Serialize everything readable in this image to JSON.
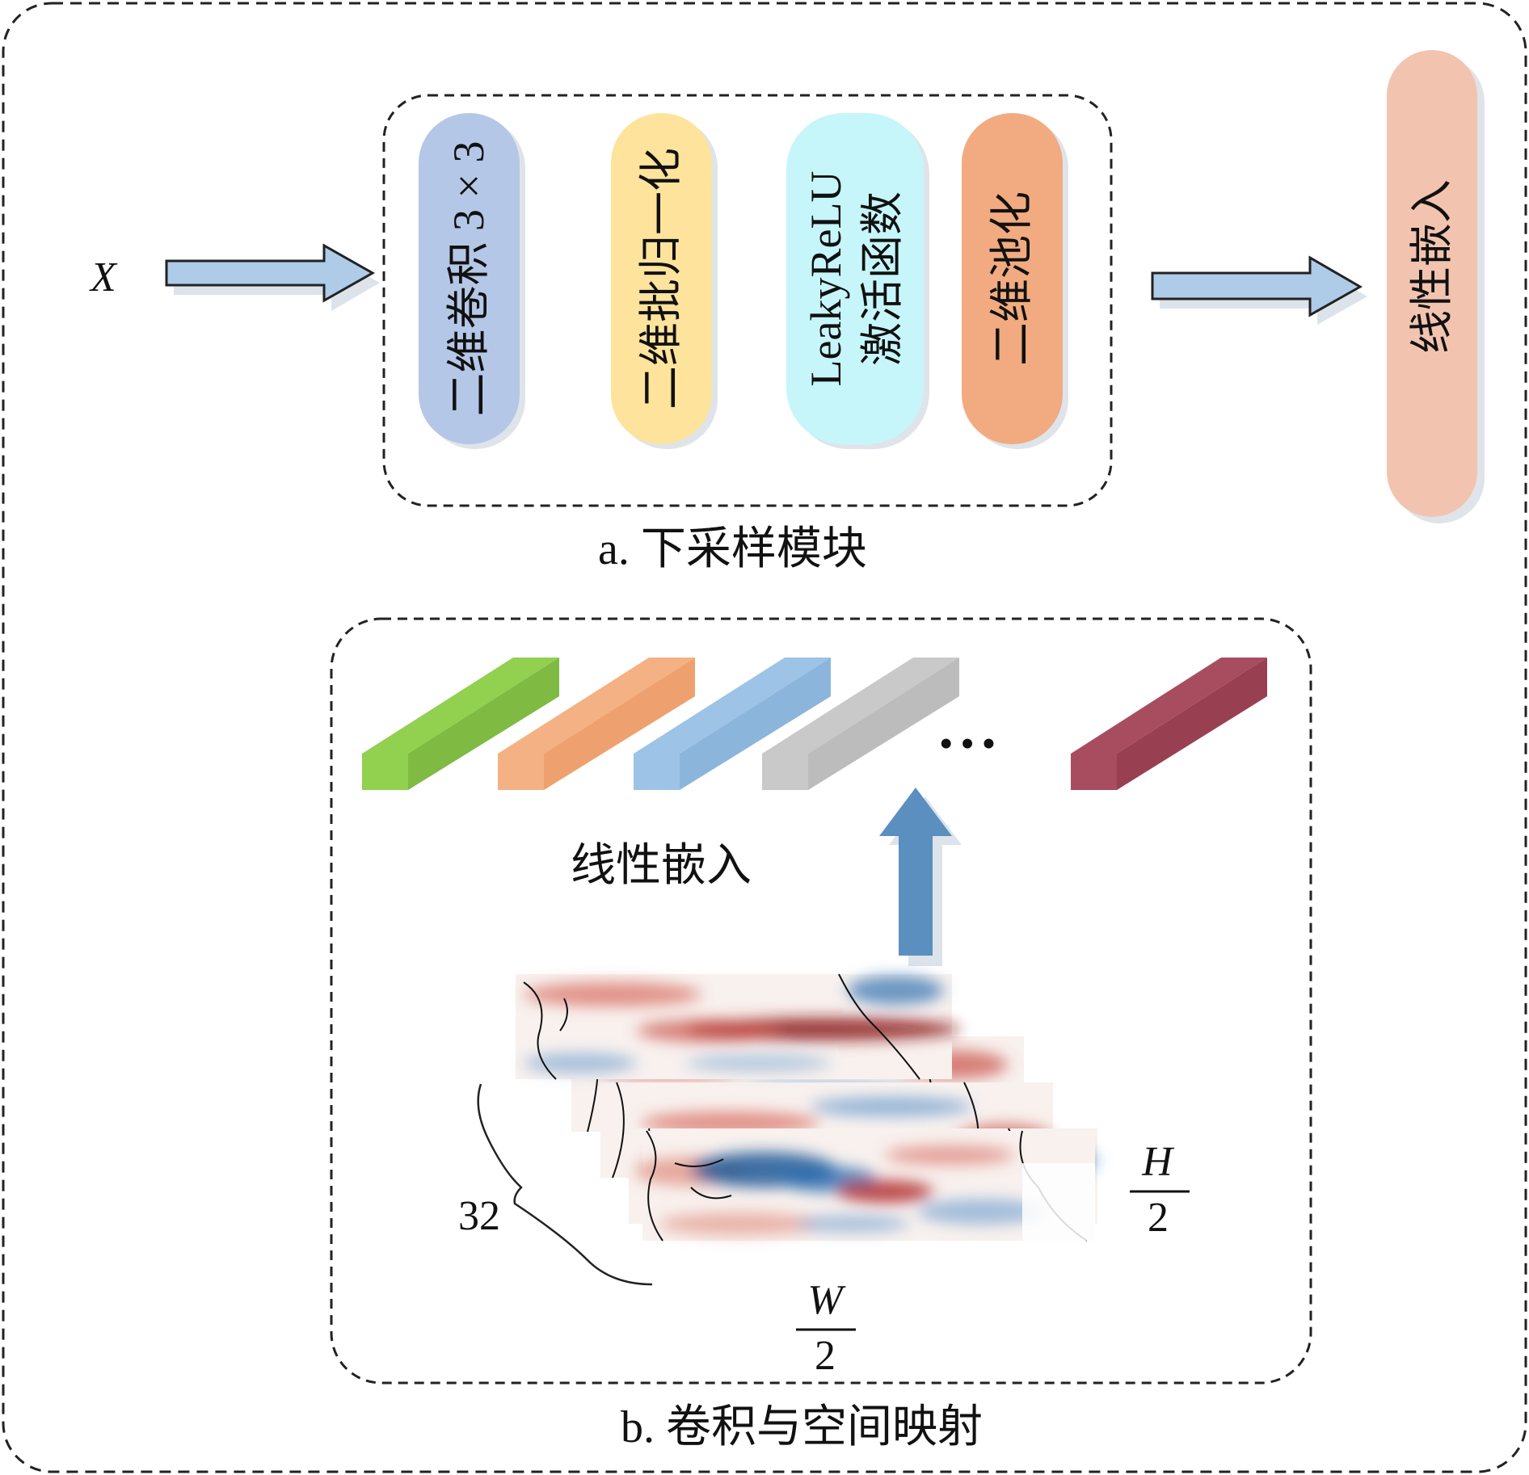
{
  "input_label": "X",
  "downsampling_module": {
    "caption": "a. 下采样模块",
    "pills": [
      {
        "label": "二维卷积 3 × 3",
        "color": "#b4c7e7"
      },
      {
        "label": "二维批归一化",
        "color": "#fde39c"
      },
      {
        "label_line1": "LeakyReLU",
        "label_line2": "激活函数",
        "color": "#c6f6fa"
      },
      {
        "label": "二维池化",
        "color": "#f2ab80"
      }
    ]
  },
  "linear_embedding_output": {
    "label": "线性嵌入",
    "color": "#f2c4af"
  },
  "conv_spatial_mapping": {
    "caption": "b. 卷积与空间映射",
    "embedding_label": "线性嵌入",
    "ellipsis": "• • •",
    "token_colors": [
      "#92d050",
      "#f4b183",
      "#9dc3e6",
      "#c9c9c9",
      "#a84d60"
    ],
    "channel_count": "32",
    "height_label_num": "H",
    "height_label_den": "2",
    "width_label_num": "W",
    "width_label_den": "2"
  },
  "colors": {
    "arrow_fill": "#aecbe8",
    "up_arrow_fill": "#5b8fc0",
    "map_red": "#c0392b",
    "map_blue": "#2c6fb0"
  }
}
